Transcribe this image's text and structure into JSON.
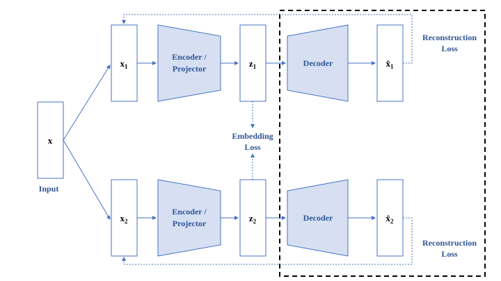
{
  "diagram": {
    "input_node": {
      "var": "x",
      "label": "Input"
    },
    "views": [
      {
        "input_var": "x",
        "input_sub": "1",
        "latent_var": "z",
        "latent_sub": "1",
        "output_var": "x̂",
        "output_sub": "1"
      },
      {
        "input_var": "x",
        "input_sub": "2",
        "latent_var": "z",
        "latent_sub": "2",
        "output_var": "x̂",
        "output_sub": "2"
      }
    ],
    "encoder_line1": "Encoder /",
    "encoder_line2": "Projector",
    "decoder": "Decoder",
    "embedding_loss_line1": "Embedding",
    "embedding_loss_line2": "Loss",
    "reconstruction_loss_line1": "Reconstruction",
    "reconstruction_loss_line2": "Loss",
    "colors": {
      "stroke": "#4472c4",
      "fill": "#d6e0f2",
      "label_blue": "#2f5597",
      "frame": "#000000"
    }
  }
}
